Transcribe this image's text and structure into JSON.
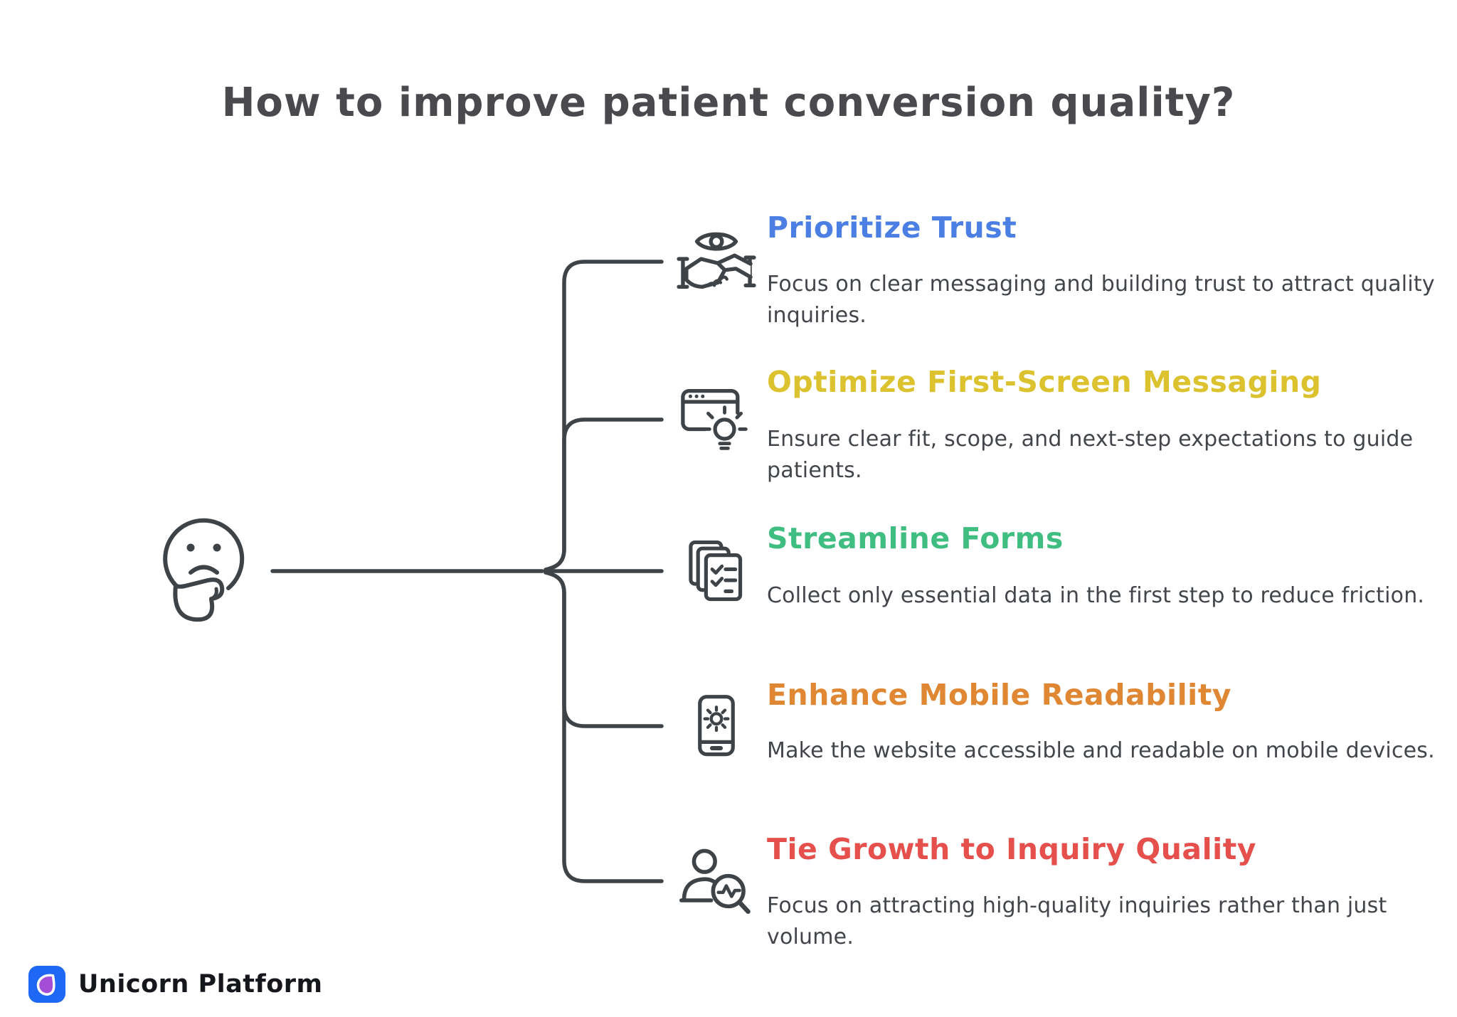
{
  "title": "How to improve patient conversion quality?",
  "center_icon": "thinking-face-emoji",
  "colors": {
    "ink": "#3E4347",
    "title_text": "#4A4A4E",
    "body_text": "#42464A"
  },
  "items": [
    {
      "icon": "eye-handshake-icon",
      "color": "#4B7FE3",
      "title": "Prioritize Trust",
      "description": "Focus on clear messaging and building trust to attract quality inquiries."
    },
    {
      "icon": "browser-lightbulb-icon",
      "color": "#DCC22E",
      "title": "Optimize First-Screen Messaging",
      "description": "Ensure clear fit, scope, and next-step expectations to guide patients."
    },
    {
      "icon": "stacked-forms-icon",
      "color": "#40BE82",
      "title": "Streamline Forms",
      "description": "Collect only essential data in the first step to reduce friction."
    },
    {
      "icon": "phone-brightness-icon",
      "color": "#E08733",
      "title": "Enhance Mobile Readability",
      "description": "Make the website accessible and readable on mobile devices."
    },
    {
      "icon": "person-analytics-icon",
      "color": "#E5504D",
      "title": "Tie Growth to Inquiry Quality",
      "description": "Focus on attracting high-quality inquiries rather than just volume."
    }
  ],
  "brand": {
    "name": "Unicorn Platform",
    "logo_bg": "#1E68F5",
    "logo_petal": "#A44ED8"
  }
}
